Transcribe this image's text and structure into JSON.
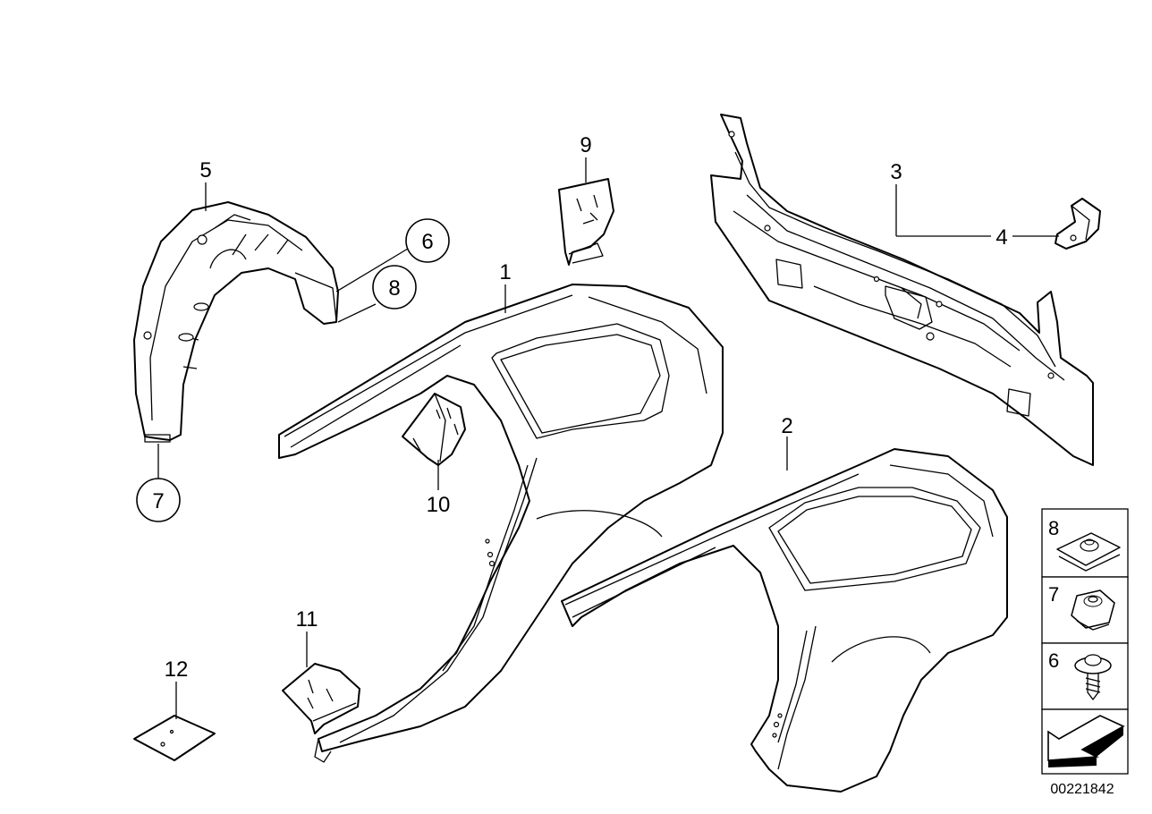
{
  "diagram": {
    "callouts": {
      "c1": "1",
      "c2": "2",
      "c3": "3",
      "c4": "4",
      "c5": "5",
      "c6": "6",
      "c7": "7",
      "c8": "8",
      "c9": "9",
      "c10": "10",
      "c11": "11",
      "c12": "12"
    },
    "legend": {
      "item8": "8",
      "item7": "7",
      "item6": "6"
    },
    "reference_number": "00221842"
  }
}
